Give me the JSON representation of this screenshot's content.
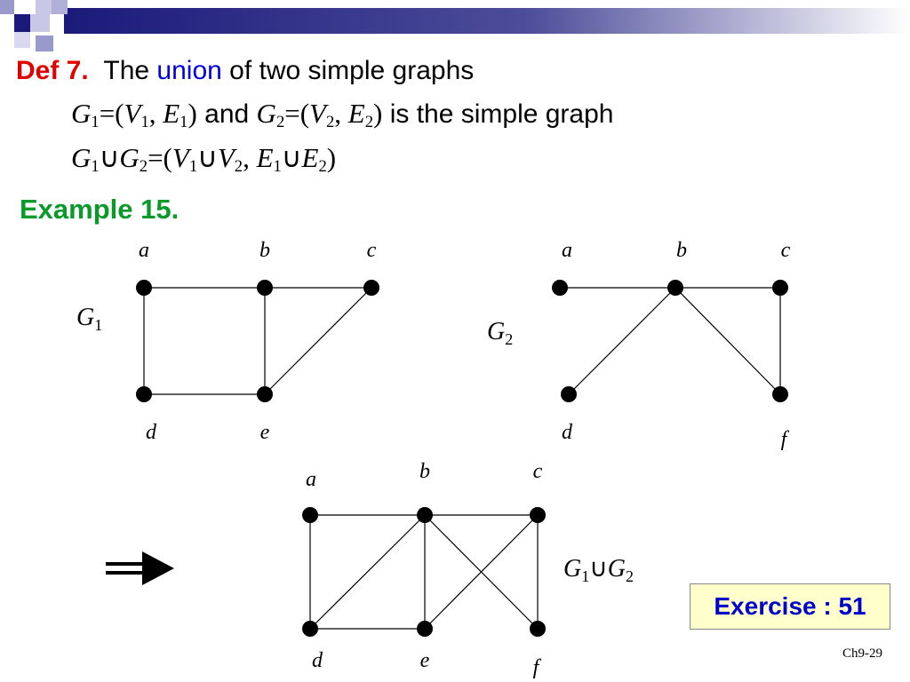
{
  "definition": {
    "label": "Def 7.",
    "text_before": "The ",
    "keyword": "union",
    "text_after": " of two simple graphs",
    "and_word": "and",
    "result_text": "is the simple graph"
  },
  "example_title": "Example 15.",
  "graphs": {
    "g1": {
      "name": "G",
      "sub": "1",
      "vertices": [
        {
          "id": "a",
          "label": "a"
        },
        {
          "id": "b",
          "label": "b"
        },
        {
          "id": "c",
          "label": "c"
        },
        {
          "id": "d",
          "label": "d"
        },
        {
          "id": "e",
          "label": "e"
        }
      ],
      "edges": [
        [
          "a",
          "b"
        ],
        [
          "b",
          "c"
        ],
        [
          "a",
          "d"
        ],
        [
          "d",
          "e"
        ],
        [
          "b",
          "e"
        ],
        [
          "e",
          "c"
        ]
      ]
    },
    "g2": {
      "name": "G",
      "sub": "2",
      "vertices": [
        {
          "id": "a",
          "label": "a"
        },
        {
          "id": "b",
          "label": "b"
        },
        {
          "id": "c",
          "label": "c"
        },
        {
          "id": "d",
          "label": "d"
        },
        {
          "id": "f",
          "label": "f"
        }
      ],
      "edges": [
        [
          "a",
          "b"
        ],
        [
          "b",
          "c"
        ],
        [
          "b",
          "d"
        ],
        [
          "b",
          "f"
        ],
        [
          "c",
          "f"
        ]
      ]
    },
    "union": {
      "name_g1": "G",
      "sub1": "1",
      "union_symbol": "∪",
      "name_g2": "G",
      "sub2": "2",
      "vertices": [
        {
          "id": "a",
          "label": "a"
        },
        {
          "id": "b",
          "label": "b"
        },
        {
          "id": "c",
          "label": "c"
        },
        {
          "id": "d",
          "label": "d"
        },
        {
          "id": "e",
          "label": "e"
        },
        {
          "id": "f",
          "label": "f"
        }
      ],
      "edges": [
        [
          "a",
          "b"
        ],
        [
          "b",
          "c"
        ],
        [
          "a",
          "d"
        ],
        [
          "b",
          "d"
        ],
        [
          "b",
          "e"
        ],
        [
          "b",
          "f"
        ],
        [
          "c",
          "e"
        ],
        [
          "c",
          "f"
        ],
        [
          "d",
          "e"
        ]
      ]
    }
  },
  "exercise_label": "Exercise : 51",
  "page_number": "Ch9-29",
  "colors": {
    "accent_red": "#e00000",
    "keyword_blue": "#0000dd",
    "example_green": "#0a9a2a",
    "header_navy": "#1a1a7a"
  }
}
